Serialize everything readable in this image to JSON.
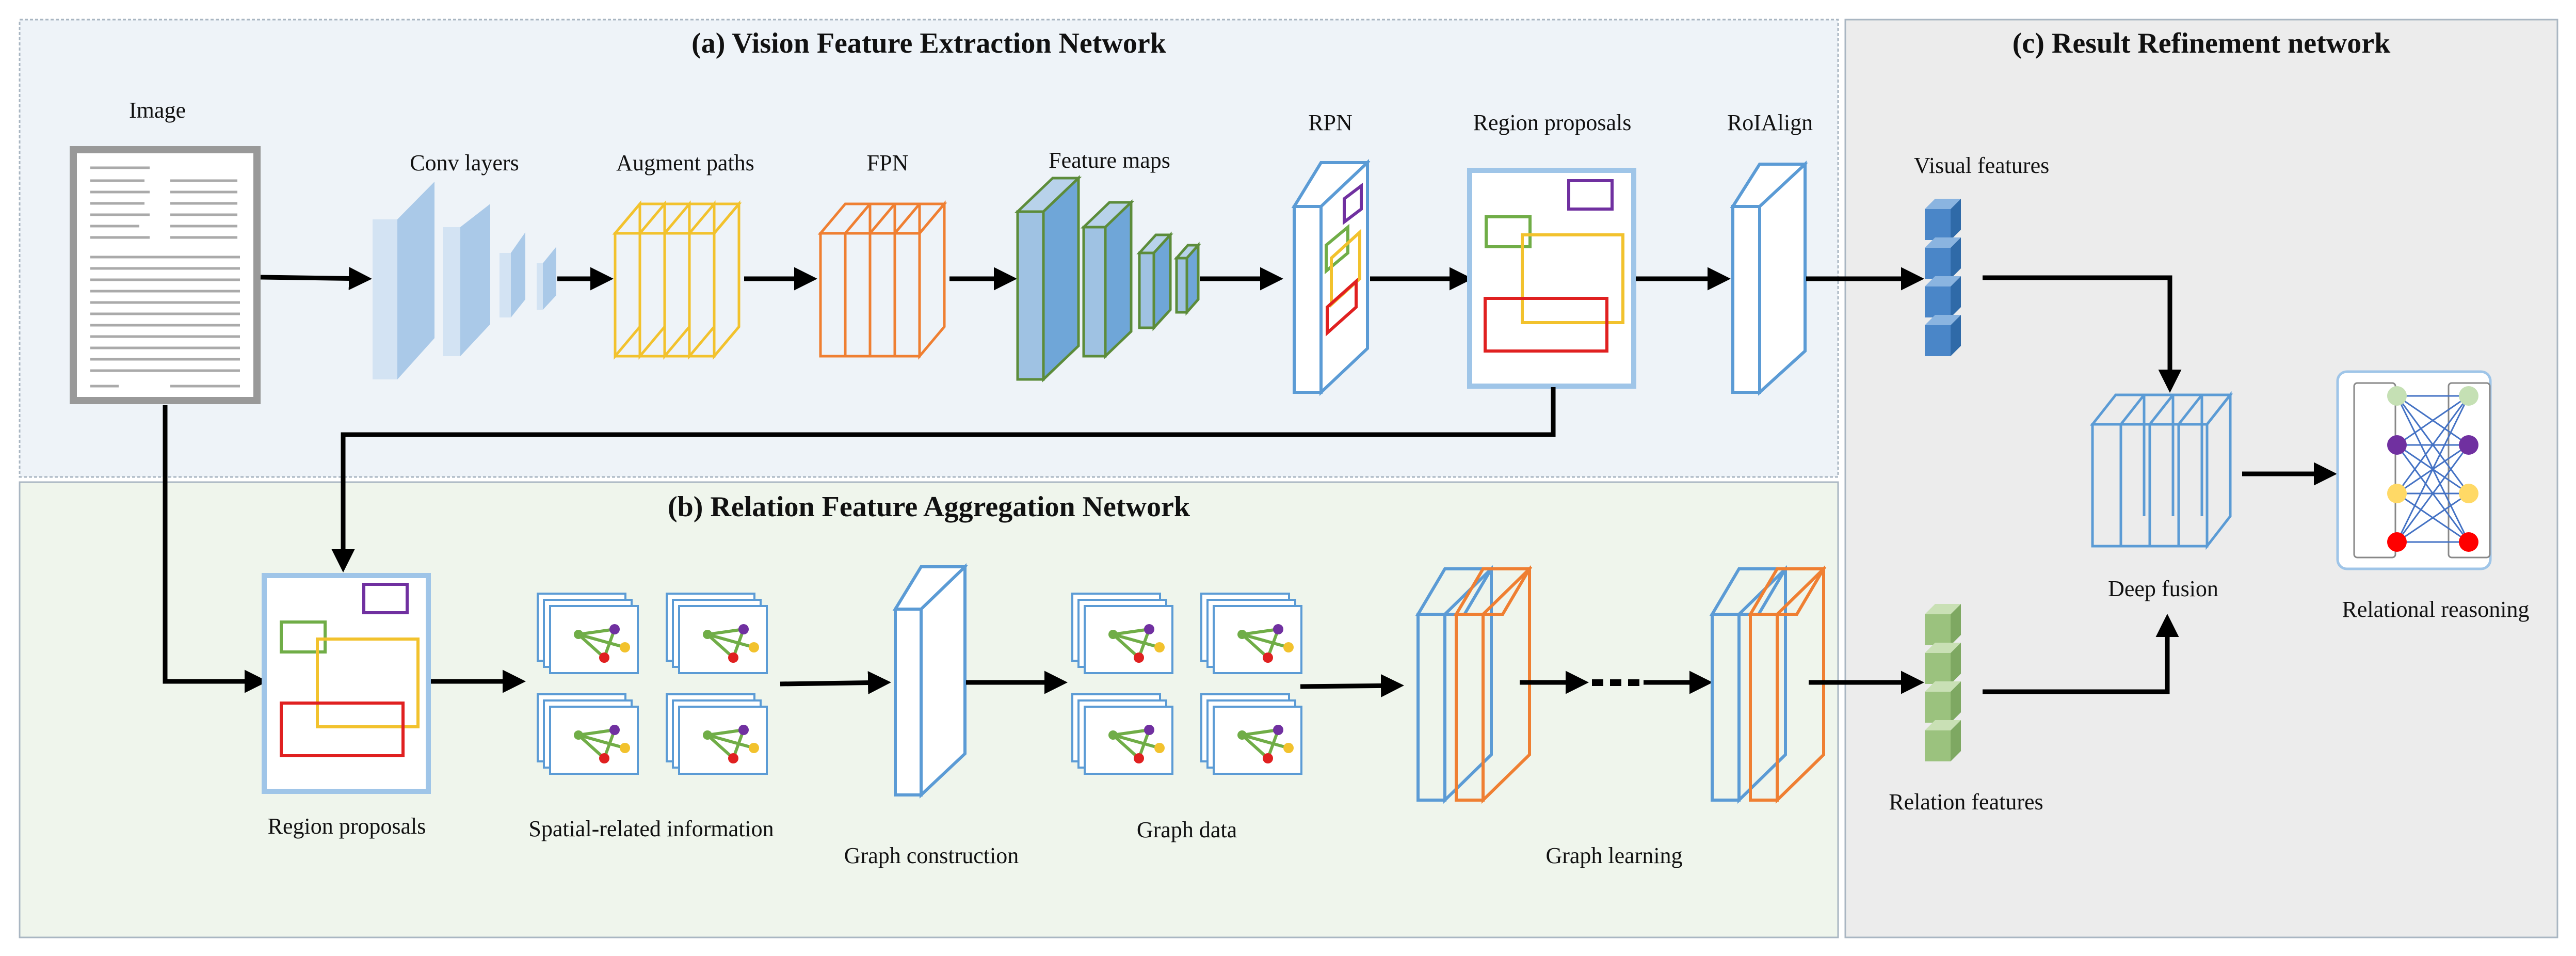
{
  "panels": {
    "a": {
      "title": "(a)  Vision Feature Extraction Network"
    },
    "b": {
      "title": "(b)  Relation Feature Aggregation Network"
    },
    "c": {
      "title": "(c) Result Refinement network"
    }
  },
  "labels": {
    "image": "Image",
    "conv_layers": "Conv layers",
    "augment_paths": "Augment paths",
    "fpn": "FPN",
    "feature_maps": "Feature maps",
    "rpn": "RPN",
    "region_proposals_top": "Region proposals",
    "roialign": "RoIAlign",
    "visual_features": "Visual features",
    "region_proposals_bottom": "Region proposals",
    "spatial_info": "Spatial-related information",
    "graph_construction": "Graph construction",
    "graph_data": "Graph data",
    "graph_learning": "Graph learning",
    "relation_features": "Relation features",
    "deep_fusion": "Deep fusion",
    "relational_reasoning": "Relational reasoning"
  },
  "colors": {
    "panel_a_bg": "#eef3f8",
    "panel_b_bg": "#eff5ec",
    "panel_c_bg": "#ececec",
    "conv_blue": "#bcd4ec",
    "augment_yellow": "#f2c22d",
    "fpn_orange": "#ef7f32",
    "feature_map_green": "#5c8c3a",
    "feature_map_fill": "#6fa6d8",
    "outline_blue": "#5b9bd5",
    "frame_blue": "#9fc5e8",
    "box_purple": "#7030a0",
    "box_green": "#70ad47",
    "box_yellow": "#f2c22d",
    "box_red": "#e02020",
    "cube_blue": "#4a86c8",
    "cube_green": "#9bc27e",
    "node_lightgreen": "#c5e0b4"
  }
}
